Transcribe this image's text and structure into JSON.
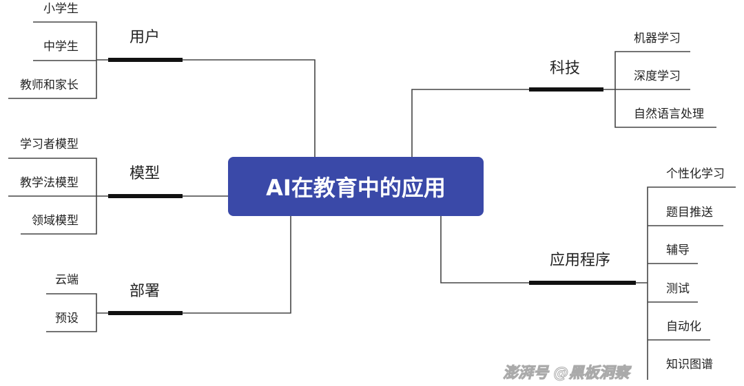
{
  "root": {
    "label": "AI在教育中的应用",
    "color": "#3a49a8"
  },
  "branches": {
    "users": {
      "label": "用户",
      "children": [
        "小学生",
        "中学生",
        "教师和家长"
      ]
    },
    "models": {
      "label": "模型",
      "children": [
        "学习者模型",
        "教学法模型",
        "领域模型"
      ]
    },
    "deploy": {
      "label": "部署",
      "children": [
        "云端",
        "预设"
      ]
    },
    "tech": {
      "label": "科技",
      "children": [
        "机器学习",
        "深度学习",
        "自然语言处理"
      ]
    },
    "apps": {
      "label": "应用程序",
      "children": [
        "个性化学习",
        "题目推送",
        "辅导",
        "测试",
        "自动化",
        "知识图谱"
      ]
    }
  },
  "watermark": "澎湃号 @黑板洞察"
}
